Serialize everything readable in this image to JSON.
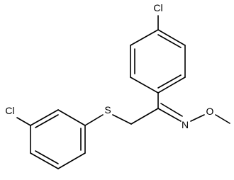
{
  "structure": {
    "atoms": {
      "cl_top": "Cl",
      "cl_left": "Cl",
      "sulfur": "S",
      "nitrogen": "N",
      "oxygen": "O"
    },
    "colors": {
      "line": "#000000",
      "background": "#ffffff"
    }
  }
}
